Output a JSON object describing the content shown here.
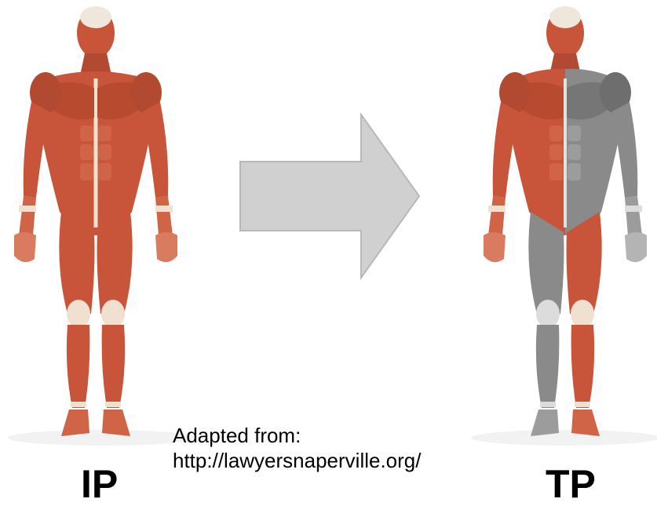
{
  "labels": {
    "left": "IP",
    "right": "TP"
  },
  "credit": {
    "line1": "Adapted from:",
    "line2": "http://lawyersnaperville.org/"
  },
  "colors": {
    "muscle": "#c8553a",
    "muscle_dark": "#9c3a24",
    "muscle_light": "#e48a6b",
    "tendon": "#efe0d0",
    "grey_muscle": "#8a8a8a",
    "grey_dark": "#5c5c5c",
    "grey_light": "#b4b4b4",
    "arrow_fill": "#d0d0d0",
    "arrow_stroke": "#b8b8b8"
  },
  "images": {
    "left": "muscle-anatomy-figure-red",
    "right": "muscle-anatomy-figure-partially-grey"
  }
}
